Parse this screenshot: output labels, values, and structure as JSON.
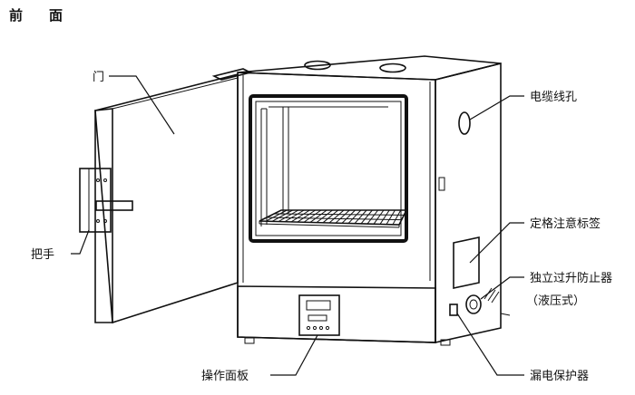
{
  "title": {
    "char1": "前",
    "char2": "面"
  },
  "labels": {
    "door": "门",
    "handle": "把手",
    "control_panel": "操作面板",
    "cable_hole": "电缆线孔",
    "rating_label": "定格注意标签",
    "overheat_protector": "独立过升防止器",
    "overheat_protector_type": "（液压式）",
    "leakage_protector": "漏电保护器"
  }
}
